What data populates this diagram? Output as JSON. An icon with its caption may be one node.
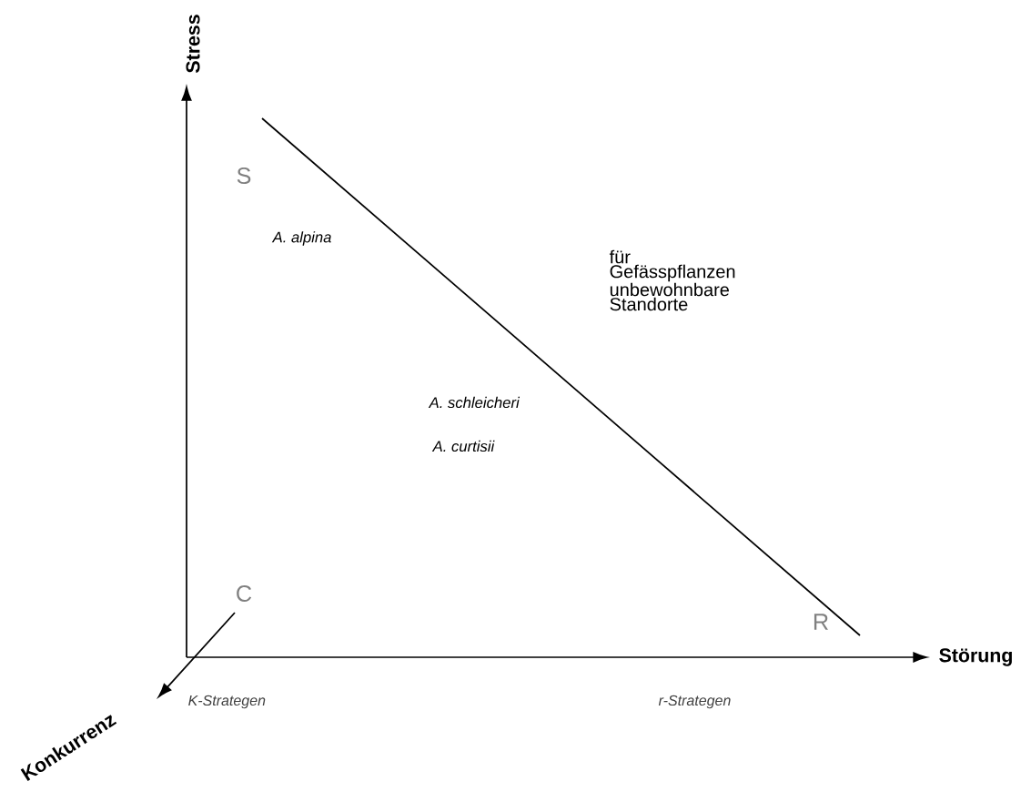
{
  "diagram": {
    "labels": [
      "Stress",
      "S",
      "A. alpina",
      "für Gefässpflanzen unbewohnbare Standorte",
      "A. schleicheri",
      "A. curtisii",
      "C",
      "R",
      "Störung",
      "Konkurrenz",
      "K-Strategen",
      "r-Strategen"
    ]
  }
}
